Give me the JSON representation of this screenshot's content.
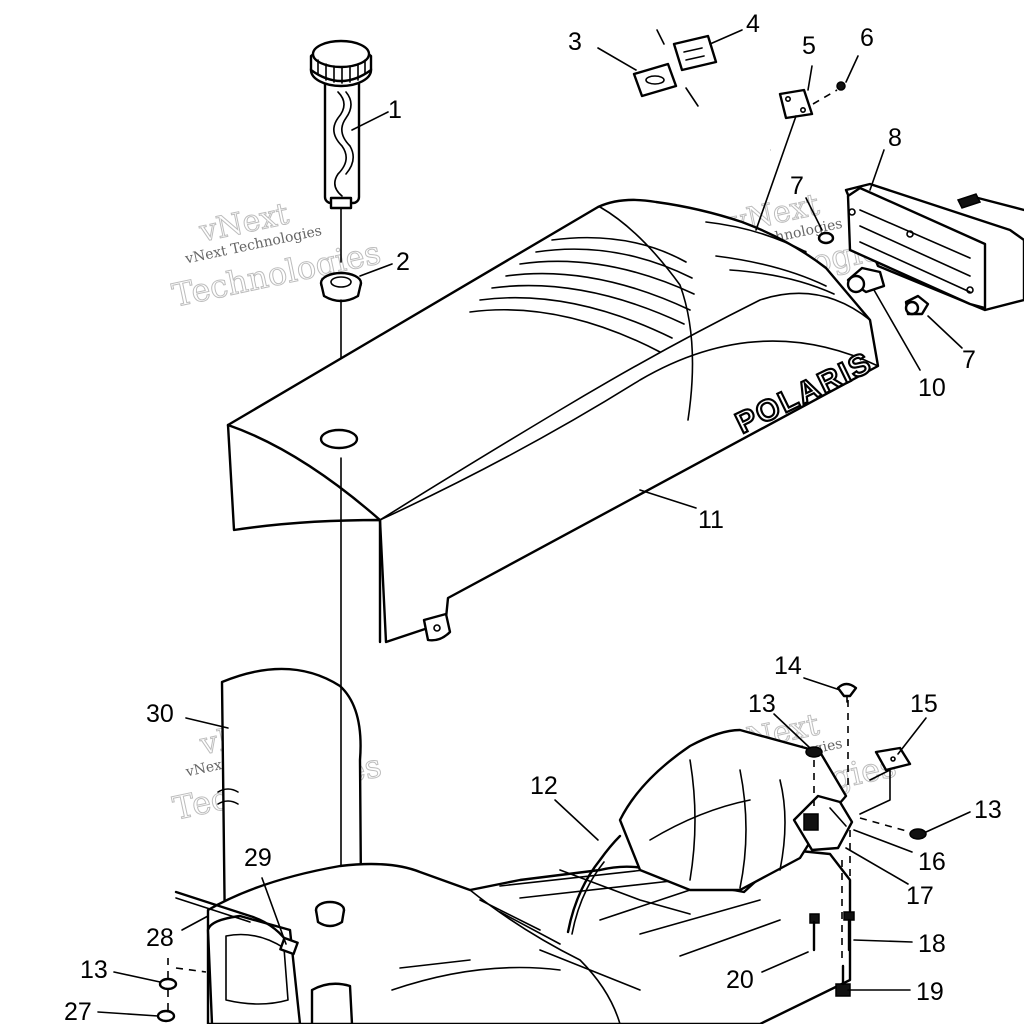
{
  "diagram": {
    "brand_text": "POLARIS",
    "watermark": {
      "line1": "vNext",
      "line2": "vNext Technologies",
      "line3": "Technologies"
    },
    "callouts": [
      {
        "id": "c1",
        "text": "1"
      },
      {
        "id": "c2",
        "text": "2"
      },
      {
        "id": "c3",
        "text": "3"
      },
      {
        "id": "c4",
        "text": "4"
      },
      {
        "id": "c5",
        "text": "5"
      },
      {
        "id": "c6",
        "text": "6"
      },
      {
        "id": "c7a",
        "text": "7"
      },
      {
        "id": "c7b",
        "text": "7"
      },
      {
        "id": "c8",
        "text": "8"
      },
      {
        "id": "c10",
        "text": "10"
      },
      {
        "id": "c11",
        "text": "11"
      },
      {
        "id": "c12",
        "text": "12"
      },
      {
        "id": "c13a",
        "text": "13"
      },
      {
        "id": "c13b",
        "text": "13"
      },
      {
        "id": "c13c",
        "text": "13"
      },
      {
        "id": "c14",
        "text": "14"
      },
      {
        "id": "c15",
        "text": "15"
      },
      {
        "id": "c16",
        "text": "16"
      },
      {
        "id": "c17",
        "text": "17"
      },
      {
        "id": "c18",
        "text": "18"
      },
      {
        "id": "c19",
        "text": "19"
      },
      {
        "id": "c20",
        "text": "20"
      },
      {
        "id": "c27",
        "text": "27"
      },
      {
        "id": "c28",
        "text": "28"
      },
      {
        "id": "c29",
        "text": "29"
      },
      {
        "id": "c30",
        "text": "30"
      }
    ]
  }
}
